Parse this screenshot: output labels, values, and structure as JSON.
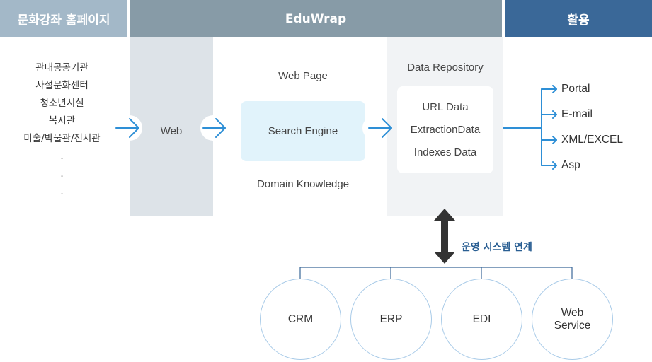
{
  "header": {
    "source_title": "문화강좌 홈페이지",
    "center_title": "EduWrap",
    "usage_title": "활용"
  },
  "sources": [
    "관내공공기관",
    "사설문화센터",
    "청소년시설",
    "복지관",
    "미술/박물관/전시관",
    ".",
    ".",
    "."
  ],
  "web_label": "Web",
  "web_page_label": "Web Page",
  "search_engine_label": "Search Engine",
  "domain_knowledge_label": "Domain Knowledge",
  "data_repository": {
    "title": "Data Repository",
    "items": [
      "URL Data",
      "ExtractionData",
      "Indexes Data"
    ]
  },
  "outputs": [
    "Portal",
    "E-mail",
    "XML/EXCEL",
    "Asp"
  ],
  "link_label": "운영 시스템 연계",
  "systems": [
    "CRM",
    "ERP",
    "EDI",
    "Web\nService"
  ],
  "colors": {
    "header_source": "#a3b8c8",
    "header_center": "#879ba7",
    "header_usage": "#3a6898",
    "web_band": "#dde3e8",
    "repo_band": "#f1f3f5",
    "search_box": "#e1f3fb",
    "arrow": "#2e8fd6",
    "circle_border": "#a9cbe8",
    "link_text": "#2a5f93"
  }
}
